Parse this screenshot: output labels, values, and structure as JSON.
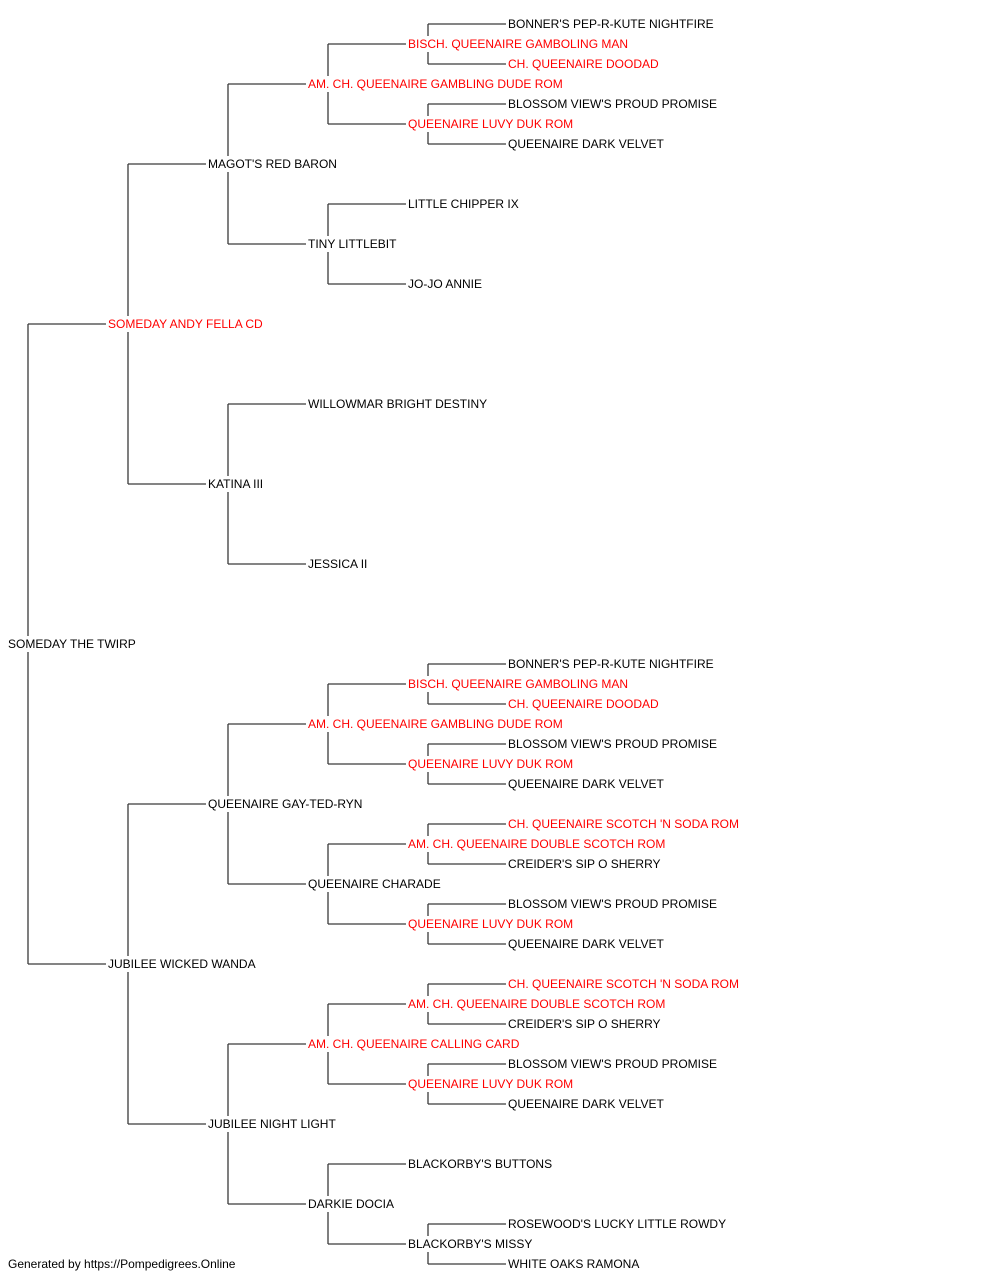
{
  "colors": {
    "titled": "#ff0000",
    "normal": "#000000",
    "line": "#3a3a3a"
  },
  "pedigree": {
    "name": "SOMEDAY THE TWIRP",
    "titled": false,
    "sire": {
      "name": "SOMEDAY ANDY FELLA CD",
      "titled": true,
      "sire": {
        "name": "MAGOT'S RED BARON",
        "titled": false,
        "sire": {
          "name": "AM. CH. QUEENAIRE GAMBLING DUDE ROM",
          "titled": true,
          "sire": {
            "name": "BISCH. QUEENAIRE GAMBOLING MAN",
            "titled": true,
            "sire": {
              "name": "BONNER'S PEP-R-KUTE NIGHTFIRE",
              "titled": false
            },
            "dam": {
              "name": "CH. QUEENAIRE DOODAD",
              "titled": true
            }
          },
          "dam": {
            "name": "QUEENAIRE LUVY DUK ROM",
            "titled": true,
            "sire": {
              "name": "BLOSSOM VIEW'S PROUD PROMISE",
              "titled": false
            },
            "dam": {
              "name": "QUEENAIRE DARK VELVET",
              "titled": false
            }
          }
        },
        "dam": {
          "name": "TINY LITTLEBIT",
          "titled": false,
          "sire": {
            "name": "LITTLE CHIPPER IX",
            "titled": false
          },
          "dam": {
            "name": "JO-JO ANNIE",
            "titled": false
          }
        }
      },
      "dam": {
        "name": "KATINA III",
        "titled": false,
        "sire": {
          "name": "WILLOWMAR BRIGHT DESTINY",
          "titled": false
        },
        "dam": {
          "name": "JESSICA II",
          "titled": false
        }
      }
    },
    "dam": {
      "name": "JUBILEE WICKED WANDA",
      "titled": false,
      "sire": {
        "name": "QUEENAIRE GAY-TED-RYN",
        "titled": false,
        "sire": {
          "name": "AM. CH. QUEENAIRE GAMBLING DUDE ROM",
          "titled": true,
          "sire": {
            "name": "BISCH. QUEENAIRE GAMBOLING MAN",
            "titled": true,
            "sire": {
              "name": "BONNER'S PEP-R-KUTE NIGHTFIRE",
              "titled": false
            },
            "dam": {
              "name": "CH. QUEENAIRE DOODAD",
              "titled": true
            }
          },
          "dam": {
            "name": "QUEENAIRE LUVY DUK ROM",
            "titled": true,
            "sire": {
              "name": "BLOSSOM VIEW'S PROUD PROMISE",
              "titled": false
            },
            "dam": {
              "name": "QUEENAIRE DARK VELVET",
              "titled": false
            }
          }
        },
        "dam": {
          "name": "QUEENAIRE CHARADE",
          "titled": false,
          "sire": {
            "name": "AM. CH. QUEENAIRE DOUBLE SCOTCH ROM",
            "titled": true,
            "sire": {
              "name": "CH. QUEENAIRE SCOTCH 'N SODA ROM",
              "titled": true
            },
            "dam": {
              "name": "CREIDER'S SIP O SHERRY",
              "titled": false
            }
          },
          "dam": {
            "name": "QUEENAIRE LUVY DUK ROM",
            "titled": true,
            "sire": {
              "name": "BLOSSOM VIEW'S PROUD PROMISE",
              "titled": false
            },
            "dam": {
              "name": "QUEENAIRE DARK VELVET",
              "titled": false
            }
          }
        }
      },
      "dam": {
        "name": "JUBILEE NIGHT LIGHT",
        "titled": false,
        "sire": {
          "name": "AM. CH. QUEENAIRE CALLING CARD",
          "titled": true,
          "sire": {
            "name": "AM. CH. QUEENAIRE DOUBLE SCOTCH ROM",
            "titled": true,
            "sire": {
              "name": "CH. QUEENAIRE SCOTCH 'N SODA ROM",
              "titled": true
            },
            "dam": {
              "name": "CREIDER'S SIP O SHERRY",
              "titled": false
            }
          },
          "dam": {
            "name": "QUEENAIRE LUVY DUK ROM",
            "titled": true,
            "sire": {
              "name": "BLOSSOM VIEW'S PROUD PROMISE",
              "titled": false
            },
            "dam": {
              "name": "QUEENAIRE DARK VELVET",
              "titled": false
            }
          }
        },
        "dam": {
          "name": "DARKIE DOCIA",
          "titled": false,
          "sire": {
            "name": "BLACKORBY'S BUTTONS",
            "titled": false
          },
          "dam": {
            "name": "BLACKORBY'S MISSY",
            "titled": false,
            "sire": {
              "name": "ROSEWOOD'S LUCKY LITTLE ROWDY",
              "titled": false
            },
            "dam": {
              "name": "WHITE OAKS RAMONA",
              "titled": false
            }
          }
        }
      }
    }
  },
  "footer": {
    "text": "Generated by https://Pompedigrees.Online"
  }
}
